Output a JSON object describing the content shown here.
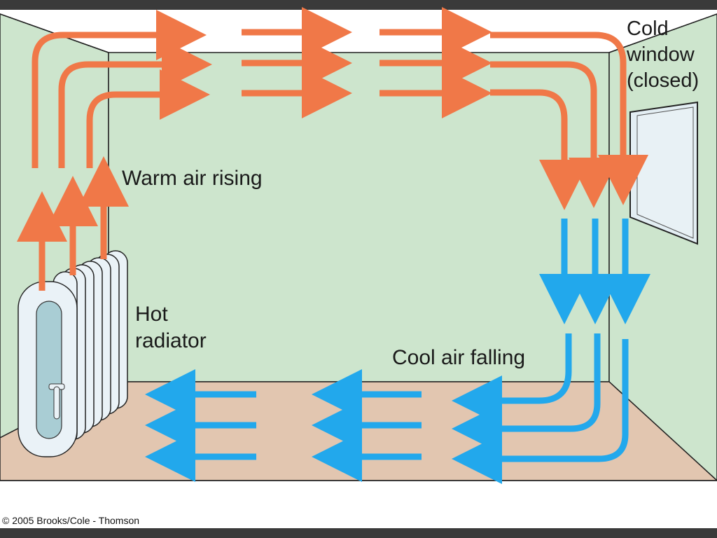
{
  "labels": {
    "cold_window_line1": "Cold",
    "cold_window_line2": "window",
    "cold_window_line3": "(closed)",
    "warm_air": "Warm air rising",
    "hot_radiator_line1": "Hot",
    "hot_radiator_line2": "radiator",
    "cool_air": "Cool air falling"
  },
  "credit": "© 2005 Brooks/Cole - Thomson",
  "colors": {
    "frame": "#3a3a3a",
    "background": "#ffffff",
    "wall": "#cde5cd",
    "back_wall": "#cde5cd",
    "floor": "#e2c6b0",
    "warm_arrow": "#f07848",
    "cool_arrow": "#22a8ec",
    "radiator_fill": "#eaf2f7",
    "radiator_window": "#a9cdd4",
    "window_glass": "#e3eef3"
  }
}
